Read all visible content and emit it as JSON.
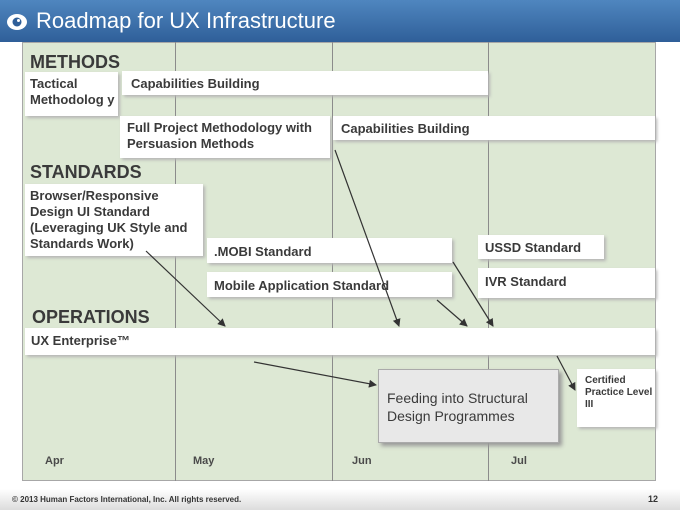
{
  "header": {
    "title": "Roadmap for UX Infrastructure"
  },
  "sections": {
    "methods": "METHODS",
    "standards": "STANDARDS",
    "operations": "OPERATIONS"
  },
  "boxes": {
    "tactical": "Tactical Methodolog y",
    "capabilities_1": "Capabilities Building",
    "full_project": "Full Project Methodology with Persuasion Methods",
    "capabilities_2": "Capabilities Building",
    "browser": "Browser/Responsive Design UI Standard (Leveraging UK Style and Standards Work)",
    "mobi": ".MOBI Standard",
    "ussd": "USSD Standard",
    "mobile_app": "Mobile Application Standard",
    "ivr": "IVR Standard",
    "ux_enterprise": "UX Enterprise™",
    "feeding": "Feeding into Structural Design Programmes",
    "certified": "Certified Practice Level III"
  },
  "timeline": {
    "months": [
      "Apr",
      "May",
      "Jun",
      "Jul"
    ]
  },
  "footer": {
    "copyright": "© 2013 Human Factors International, Inc. All rights reserved.",
    "page": "12"
  },
  "colors": {
    "header": "#3a6ea8",
    "grid_background": "#dde8d4",
    "box": "#ffffff"
  }
}
